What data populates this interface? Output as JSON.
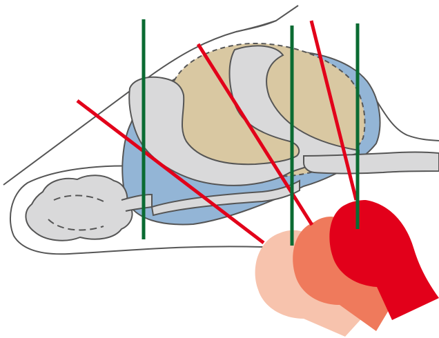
{
  "diagram": {
    "colors": {
      "background": "#ffffff",
      "outline": "#555555",
      "brain_gray": "#d9d9da",
      "tan_region": "#d9c8a2",
      "blue_region": "#93b5d6",
      "vertical_lines": "#0a6b32",
      "diagonal_lines": "#e2001a",
      "fan_light": "#f7c3ad",
      "fan_medium": "#ef7a5c",
      "fan_dark": "#e2001a"
    },
    "components": {
      "vertical_line_count": 3,
      "diagonal_line_count": 3,
      "fan_shape_count": 3,
      "tan_region_outline": "dashed"
    }
  }
}
